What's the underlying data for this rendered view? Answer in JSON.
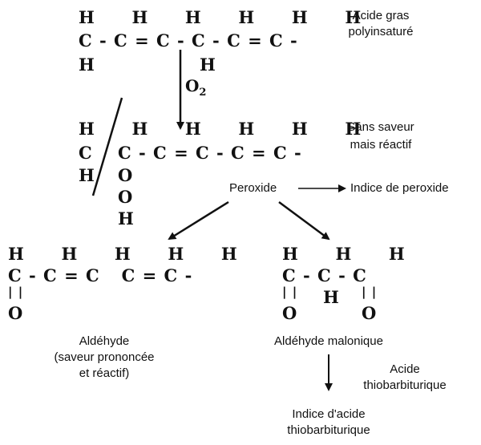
{
  "diagram": {
    "fatty_acid": {
      "h_top": "H  H  H  H  H  H",
      "chain": "C - C = C - C - C = C -",
      "h_bottom_left": "H",
      "h_bottom_right": "H",
      "label_line1": "Acide gras",
      "label_line2": "polyinsaturé",
      "reagent_o": "O",
      "reagent_sub": "2"
    },
    "peroxide_molecule": {
      "h_top": "H  H  H  H  H  H",
      "chain": "C - C = C - C = C -",
      "h_left": "H",
      "o1": "O",
      "o2": "O",
      "h_end": "H",
      "label_line1": "Sans saveur",
      "label_line2": "mais réactif"
    },
    "peroxide_node": {
      "label": "Peroxide",
      "index_label": "Indice de peroxide"
    },
    "aldehyde": {
      "h_top": "H  H  H  H  H",
      "chain": "C - C = C   C = C -",
      "double_bond": "| |",
      "oxygen": "O",
      "label_line1": "Aldéhyde",
      "label_line2": "(saveur prononcée",
      "label_line3": "et réactif)"
    },
    "malonic": {
      "h_top": "H  H  H",
      "chain": "C - C - C",
      "double_bond_left": "| |",
      "h_mid": "H",
      "double_bond_right": "| |",
      "o_left": "O",
      "o_right": "O",
      "label": "Aldéhyde malonique",
      "reagent_line1": "Acide",
      "reagent_line2": "thiobarbiturique",
      "index_line1": "Indice d'acide",
      "index_line2": "thiobarbiturique"
    }
  }
}
